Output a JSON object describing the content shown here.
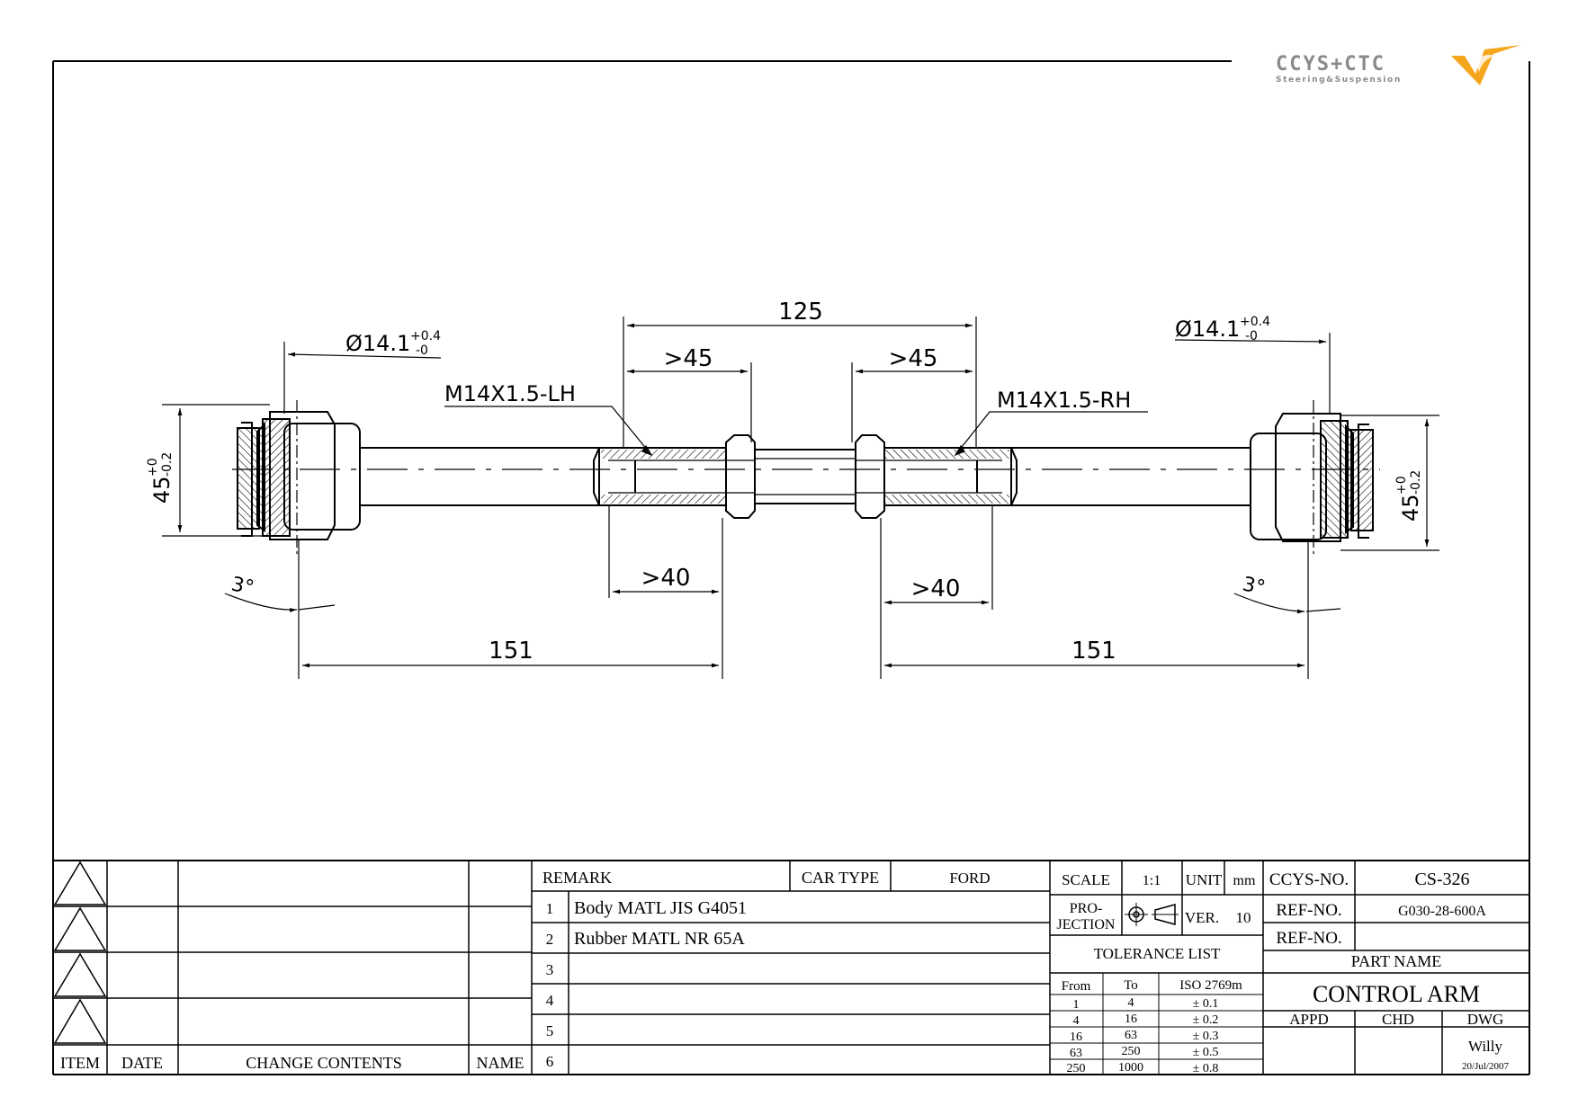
{
  "logo": {
    "brand": "CCYS+CTC",
    "tagline": "Steering&Suspension",
    "accent": "#f4a71d",
    "grey": "#8a8a8a"
  },
  "drawing": {
    "dim_125": "125",
    "dim_45_left": ">45",
    "dim_45_right": ">45",
    "dim_40_left": ">40",
    "dim_40_right": ">40",
    "dim_151_left": "151",
    "dim_151_right": "151",
    "thread_left": "M14X1.5-LH",
    "thread_right": "M14X1.5-RH",
    "bore_left": {
      "base": "Ø14.1",
      "upper": "+0.4",
      "lower": "-0"
    },
    "bore_right": {
      "base": "Ø14.1",
      "upper": "+0.4",
      "lower": "-0"
    },
    "width_left": {
      "base": "45",
      "upper": "+0",
      "lower": "-0.2"
    },
    "width_right": {
      "base": "45",
      "upper": "+0",
      "lower": "-0.2"
    },
    "angle_left": "3°",
    "angle_right": "3°"
  },
  "title_block": {
    "revision": {
      "headers": {
        "item": "ITEM",
        "date": "DATE",
        "change": "CHANGE CONTENTS",
        "name": "NAME"
      }
    },
    "remark": {
      "header": "REMARK",
      "car_type_label": "CAR TYPE",
      "car_type_value": "FORD",
      "rows": [
        {
          "num": "1",
          "text": "Body MATL JIS G4051"
        },
        {
          "num": "2",
          "text": "Rubber MATL NR 65A"
        },
        {
          "num": "3",
          "text": ""
        },
        {
          "num": "4",
          "text": ""
        },
        {
          "num": "5",
          "text": ""
        },
        {
          "num": "6",
          "text": ""
        }
      ]
    },
    "scale_label": "SCALE",
    "scale_value": "1:1",
    "unit_label": "UNIT",
    "unit_value": "mm",
    "projection_label_1": "PRO-",
    "projection_label_2": "JECTION",
    "ver_label": "VER.",
    "ver_value": "10",
    "tolerance": {
      "title": "TOLERANCE LIST",
      "headers": {
        "from": "From",
        "to": "To",
        "iso": "ISO 2769m"
      },
      "rows": [
        {
          "from": "1",
          "to": "4",
          "tol": "± 0.1"
        },
        {
          "from": "4",
          "to": "16",
          "tol": "± 0.2"
        },
        {
          "from": "16",
          "to": "63",
          "tol": "± 0.3"
        },
        {
          "from": "63",
          "to": "250",
          "tol": "± 0.5"
        },
        {
          "from": "250",
          "to": "1000",
          "tol": "± 0.8"
        }
      ]
    },
    "ccys_no_label": "CCYS-NO.",
    "ccys_no_value": "CS-326",
    "ref_no_label": "REF-NO.",
    "ref_no_value": "G030-28-600A",
    "ref_no2_label": "REF-NO.",
    "ref_no2_value": "",
    "part_name_label": "PART NAME",
    "part_name_value": "CONTROL ARM",
    "appd_label": "APPD",
    "chd_label": "CHD",
    "dwg_label": "DWG",
    "dwg_value": "Willy",
    "dwg_date": "20/Jul/2007"
  }
}
